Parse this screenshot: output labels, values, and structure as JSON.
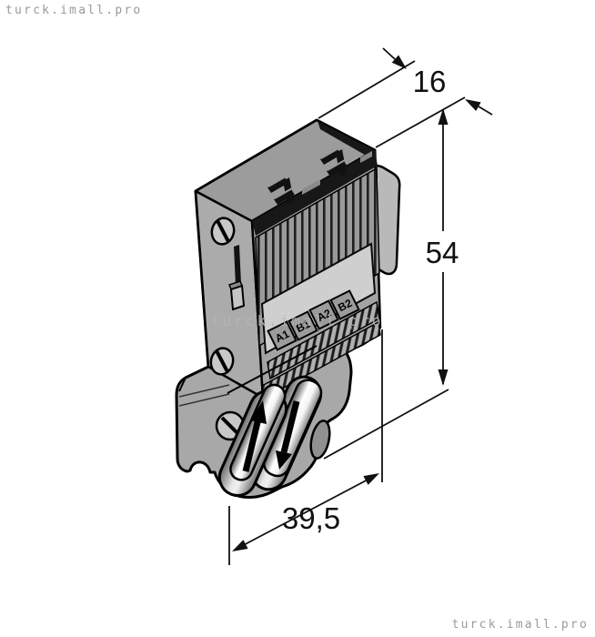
{
  "watermark": {
    "text": "turck.imall.pro"
  },
  "diagram": {
    "type": "isometric technical drawing of fieldbus connector",
    "dimensions": {
      "depth_mm": "16",
      "height_mm": "54",
      "width_mm": "39,5"
    },
    "terminals": [
      "A1",
      "B1",
      "A2",
      "B2"
    ],
    "colors": {
      "body": "#a8a8a8",
      "top_face": "#9c9c9c",
      "side_face": "#ababab",
      "front_face": "#a3a3a3",
      "label_panel": "#cfcfcf",
      "terminal_square": "#9b9b9b",
      "outline": "#000000",
      "watermark": "#9a9a9a"
    },
    "icons": [
      "screw-icon",
      "cable-arrow-up-icon",
      "cable-arrow-down-icon",
      "dimension-arrow-icon"
    ]
  }
}
